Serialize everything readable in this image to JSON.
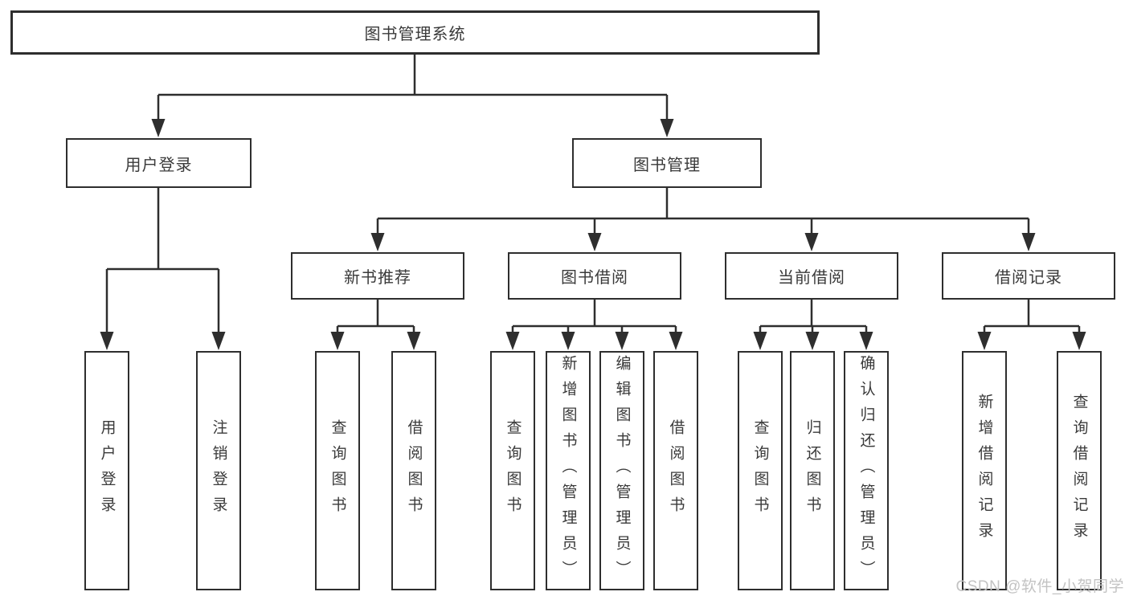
{
  "title_box": "图书管理系统",
  "branches": {
    "user_login": {
      "label": "用户登录",
      "children": [
        "用户登录",
        "注销登录"
      ]
    },
    "book_mgmt": {
      "label": "图书管理",
      "children": {
        "new_book": {
          "label": "新书推荐",
          "children": [
            "查询图书",
            "借阅图书"
          ]
        },
        "book_borrow": {
          "label": "图书借阅",
          "children": [
            "查询图书",
            "新增图书（管理员）",
            "编辑图书（管理员）",
            "借阅图书"
          ]
        },
        "current_borrow": {
          "label": "当前借阅",
          "children": [
            "查询图书",
            "归还图书",
            "确认归还（管理员）"
          ]
        },
        "borrow_record": {
          "label": "借阅记录",
          "children": [
            "新增借阅记录",
            "查询借阅记录"
          ]
        }
      }
    }
  },
  "colors": {
    "line": "#2e2e2e",
    "text": "#3a3a3a",
    "watermark": "#c3c3c3"
  },
  "watermark": "CSDN @软件_小贺同学"
}
